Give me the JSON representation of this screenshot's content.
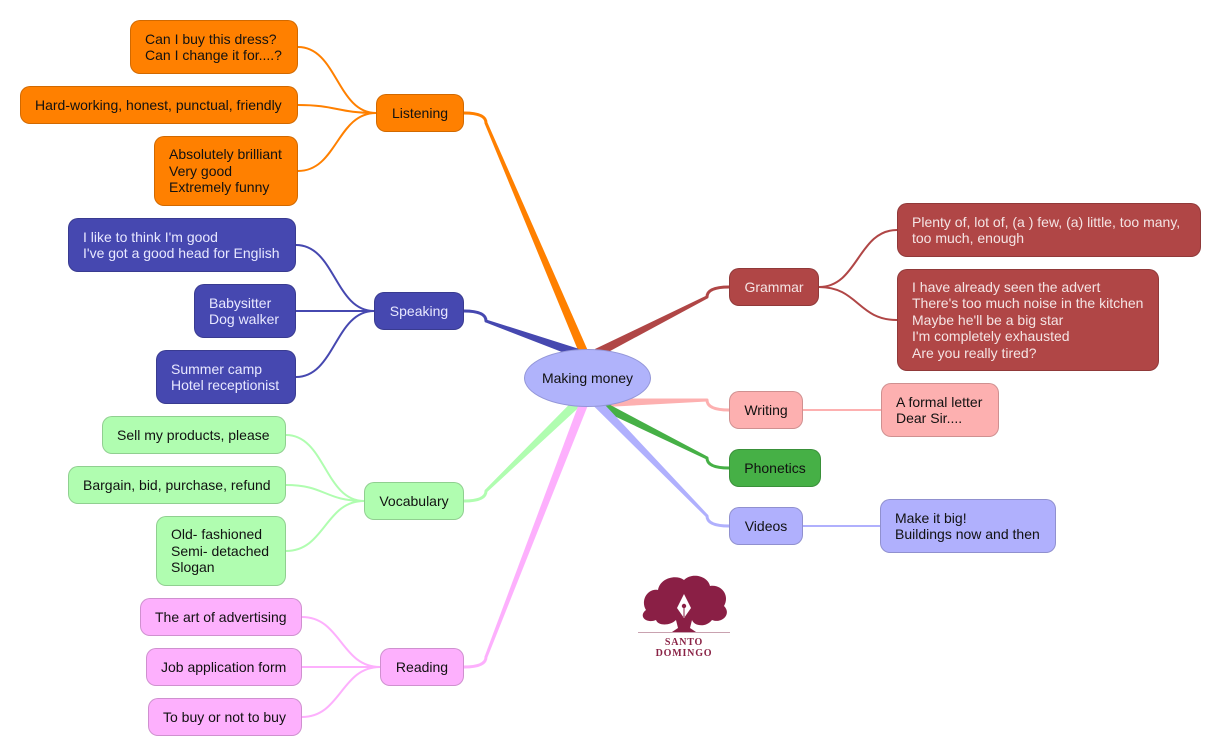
{
  "map": {
    "title": "Making money",
    "logo": {
      "text": "SANTO DOMINGO",
      "color": "#8a1f45"
    },
    "branches": [
      {
        "id": "listening",
        "label": "Listening",
        "fill": "#ff8000",
        "text": "#111111",
        "line": "#ff8000",
        "children": [
          "Can I buy this dress?\nCan I change it for....?",
          "Hard-working, honest, punctual, friendly",
          "Absolutely brilliant\nVery good\nExtremely funny"
        ]
      },
      {
        "id": "speaking",
        "label": "Speaking",
        "fill": "#4648b0",
        "text": "#e8e8ff",
        "line": "#4648b0",
        "children": [
          "I like to think I'm good\nI've got a good head for English",
          "Babysitter\nDog walker",
          "Summer camp\nHotel receptionist"
        ]
      },
      {
        "id": "vocabulary",
        "label": "Vocabulary",
        "fill": "#b0fdb0",
        "text": "#111111",
        "line": "#b0fdb0",
        "children": [
          "Sell my products, please",
          "Bargain, bid, purchase, refund",
          "Old- fashioned\nSemi- detached\nSlogan"
        ]
      },
      {
        "id": "reading",
        "label": "Reading",
        "fill": "#fdb0fd",
        "text": "#111111",
        "line": "#fdb0fd",
        "children": [
          "The art of advertising",
          "Job application form",
          "To buy or not to buy"
        ]
      },
      {
        "id": "grammar",
        "label": "Grammar",
        "fill": "#b04646",
        "text": "#f4e4e4",
        "line": "#b04646",
        "children": [
          "Plenty of, lot of, (a ) few, (a) little, too many,\ntoo much, enough",
          "I have already seen the advert\nThere's too much noise in the kitchen\nMaybe he'll be a big star\nI'm completely exhausted\nAre you really tired?"
        ]
      },
      {
        "id": "writing",
        "label": "Writing",
        "fill": "#fdb0b0",
        "text": "#111111",
        "line": "#fdb0b0",
        "children": [
          "A formal letter\nDear Sir...."
        ]
      },
      {
        "id": "phonetics",
        "label": "Phonetics",
        "fill": "#46b046",
        "text": "#111111",
        "line": "#46b046",
        "children": []
      },
      {
        "id": "videos",
        "label": "Videos",
        "fill": "#b0b0fd",
        "text": "#111111",
        "line": "#b0b0fd",
        "children": [
          "Make it big!\nBuildings now and then"
        ]
      }
    ]
  }
}
